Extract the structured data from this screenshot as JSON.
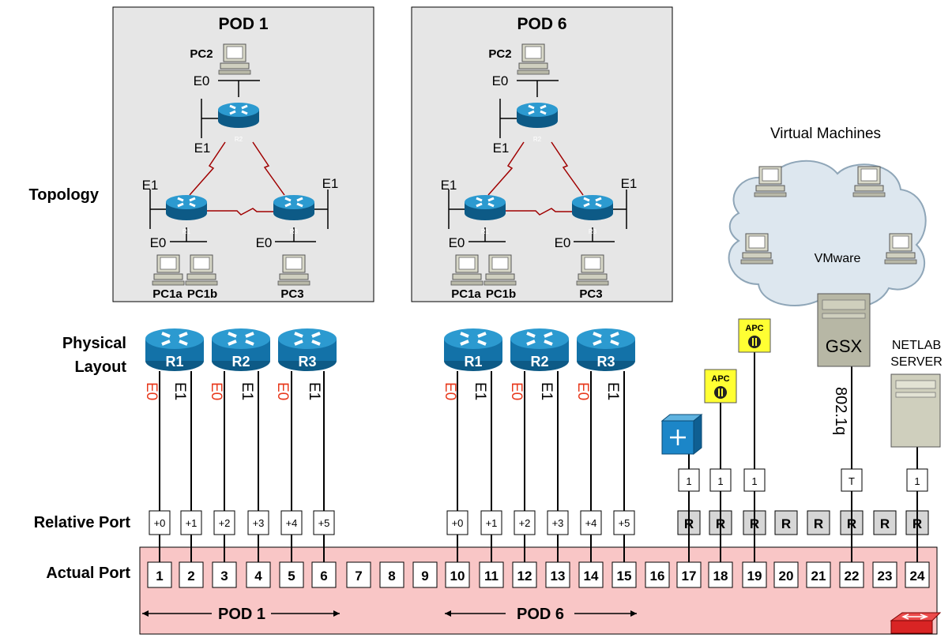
{
  "row_labels": {
    "topology": "Topology",
    "physical_1": "Physical",
    "physical_2": "Layout",
    "relative_port": "Relative Port",
    "actual_port": "Actual Port"
  },
  "pods": [
    {
      "title": "POD 1",
      "pc2": "PC2",
      "pc1a": "PC1a",
      "pc1b": "PC1b",
      "pc3": "PC3",
      "e0_top": "E0",
      "e1_r2": "E1",
      "e1_r1": "E1",
      "e0_r1": "E0",
      "e1_r3": "E1",
      "e0_r3": "E0",
      "r1": "R1",
      "r2": "R2",
      "r3": "R3"
    },
    {
      "title": "POD 6",
      "pc2": "PC2",
      "pc1a": "PC1a",
      "pc1b": "PC1b",
      "pc3": "PC3",
      "e0_top": "E0",
      "e1_r2": "E1",
      "e1_r1": "E1",
      "e0_r1": "E0",
      "e1_r3": "E1",
      "e0_r3": "E0",
      "r1": "R1",
      "r2": "R2",
      "r3": "R3"
    }
  ],
  "physical_routers": [
    "R1",
    "R2",
    "R3",
    "R1",
    "R2",
    "R3"
  ],
  "interface_labels": [
    "E0",
    "E1",
    "E0",
    "E1",
    "E0",
    "E1",
    "E0",
    "E1",
    "E0",
    "E1",
    "E0",
    "E1"
  ],
  "relative_ports": [
    "+0",
    "+1",
    "+2",
    "+3",
    "+4",
    "+5",
    "+0",
    "+1",
    "+2",
    "+3",
    "+4",
    "+5"
  ],
  "actual_ports": [
    "1",
    "2",
    "3",
    "4",
    "5",
    "6",
    "7",
    "8",
    "9",
    "10",
    "11",
    "12",
    "13",
    "14",
    "15",
    "16",
    "17",
    "18",
    "19",
    "20",
    "21",
    "22",
    "23",
    "24"
  ],
  "reserved_ports": [
    "R",
    "R",
    "R",
    "R",
    "R",
    "R",
    "R",
    "R"
  ],
  "device_port_labels": [
    "1",
    "1",
    "1",
    "T",
    "1"
  ],
  "apc_label": "APC",
  "virtual_machines_title": "Virtual Machines",
  "vmware_label": "VMware",
  "gsx_label": "GSX",
  "trunk_label": "802.1q",
  "netlab_label_1": "NETLAB",
  "netlab_label_2": "SERVER",
  "pod_range_1": "POD 1",
  "pod_range_6": "POD 6",
  "colors": {
    "router_blue": "#1b7db3",
    "switch_bg": "#f9c6c6",
    "pod_bg": "#e6e6e6",
    "apc_yellow": "#ffff33",
    "red_label": "#e8381b",
    "serial_red": "#a00000"
  }
}
